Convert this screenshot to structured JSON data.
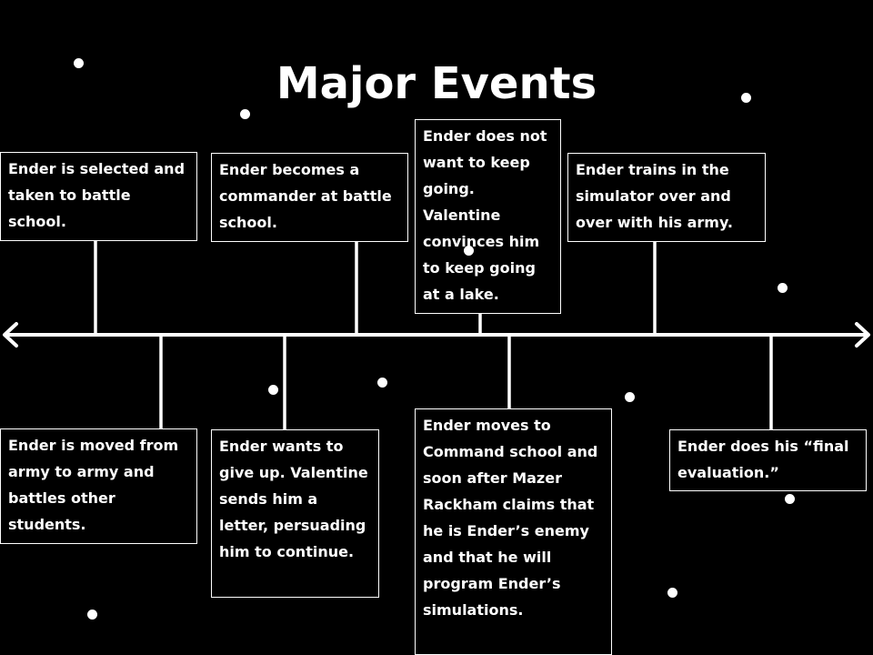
{
  "title": "Major Events",
  "colors": {
    "background": "#000000",
    "foreground": "#ffffff"
  },
  "timeline": {
    "above": [
      {
        "text": "Ender is selected and taken to battle school."
      },
      {
        "text": "Ender becomes a commander at battle school."
      },
      {
        "text": "Ender does not want to keep going. Valentine convinces him to keep going at a lake."
      },
      {
        "text": "Ender trains in the simulator over and over with his army."
      }
    ],
    "below": [
      {
        "text": "Ender is moved from army to army and battles other students."
      },
      {
        "text": "Ender wants to give up. Valentine sends him a letter, persuading him to continue."
      },
      {
        "text": "Ender moves to Command school and soon after Mazer Rackham claims that he is Ender’s enemy and that he will program Ender’s simulations."
      },
      {
        "text": "Ender does his “final evaluation.”"
      }
    ]
  }
}
